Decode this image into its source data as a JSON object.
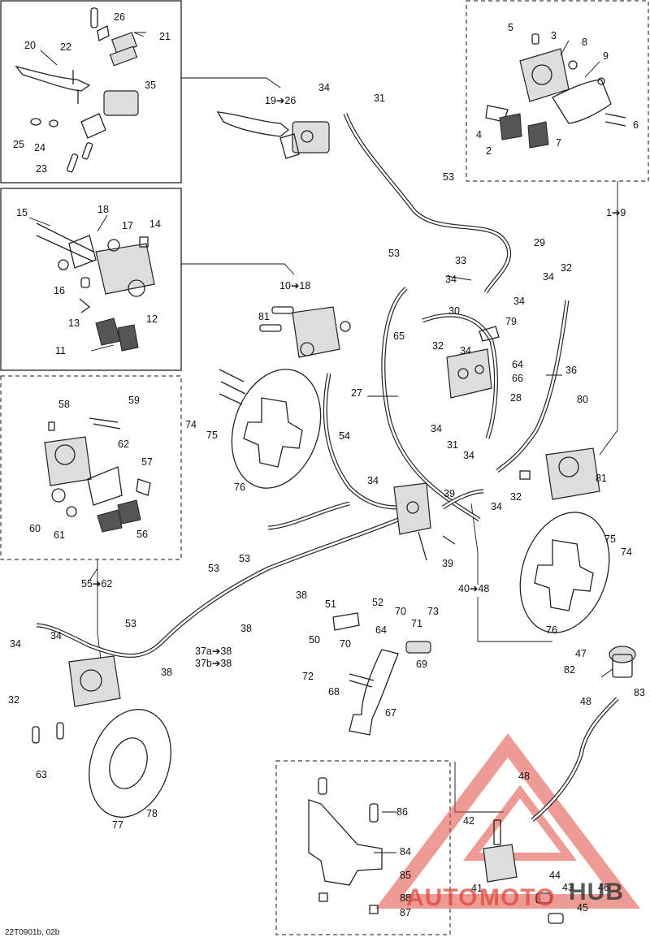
{
  "footer_code": "22T0901b, 02b",
  "watermark": {
    "part1": "AUTO",
    "part2": "MOTO",
    "part3": "HUB",
    "color": "#e0483f"
  },
  "callouts": {
    "c1": "26",
    "c2": "21",
    "c3": "22",
    "c4": "20",
    "c5": "35",
    "c6": "25",
    "c7": "24",
    "c8": "23",
    "c9": "19➔26",
    "c10": "34",
    "c11": "31",
    "c12": "5",
    "c13": "3",
    "c14": "8",
    "c15": "9",
    "c16": "4",
    "c17": "2",
    "c18": "7",
    "c19": "6",
    "c20": "1➔9",
    "c21": "15",
    "c22": "18",
    "c23": "17",
    "c24": "14",
    "c25": "16",
    "c26": "12",
    "c27": "13",
    "c28": "11",
    "c29": "10➔18",
    "c30": "53",
    "c31": "53",
    "c32": "29",
    "c33": "33",
    "c34": "34",
    "c35": "34",
    "c36": "34",
    "c37": "32",
    "c38": "30",
    "c39": "79",
    "c40": "65",
    "c41": "32",
    "c42": "34",
    "c43": "64",
    "c44": "66",
    "c45": "36",
    "c46": "81",
    "c47": "27",
    "c48": "28",
    "c49": "80",
    "c50": "34",
    "c51": "31",
    "c52": "34",
    "c53": "74",
    "c54": "75",
    "c55": "54",
    "c56": "76",
    "c57": "58",
    "c58": "59",
    "c59": "62",
    "c60": "57",
    "c61": "60",
    "c62": "61",
    "c63": "56",
    "c64": "34",
    "c65": "39",
    "c66": "32",
    "c67": "34",
    "c68": "81",
    "c69": "55➔62",
    "c70": "53",
    "c71": "53",
    "c72": "38",
    "c73": "39",
    "c74": "38",
    "c75": "40➔48",
    "c76": "75",
    "c77": "74",
    "c78": "76",
    "c79": "34",
    "c80": "34",
    "c81": "32",
    "c82": "53",
    "c83": "37a➔38",
    "c84": "37b➔38",
    "c85": "38",
    "c86": "51",
    "c87": "52",
    "c88": "70",
    "c89": "73",
    "c90": "50",
    "c91": "64",
    "c92": "71",
    "c93": "70",
    "c94": "69",
    "c95": "72",
    "c96": "68",
    "c97": "67",
    "c98": "63",
    "c99": "78",
    "c100": "77",
    "c101": "47",
    "c102": "82",
    "c103": "83",
    "c104": "48",
    "c105": "48",
    "c106": "42",
    "c107": "86",
    "c108": "84",
    "c109": "85",
    "c110": "41",
    "c111": "44",
    "c112": "43",
    "c113": "46",
    "c114": "88",
    "c115": "45",
    "c116": "87"
  }
}
